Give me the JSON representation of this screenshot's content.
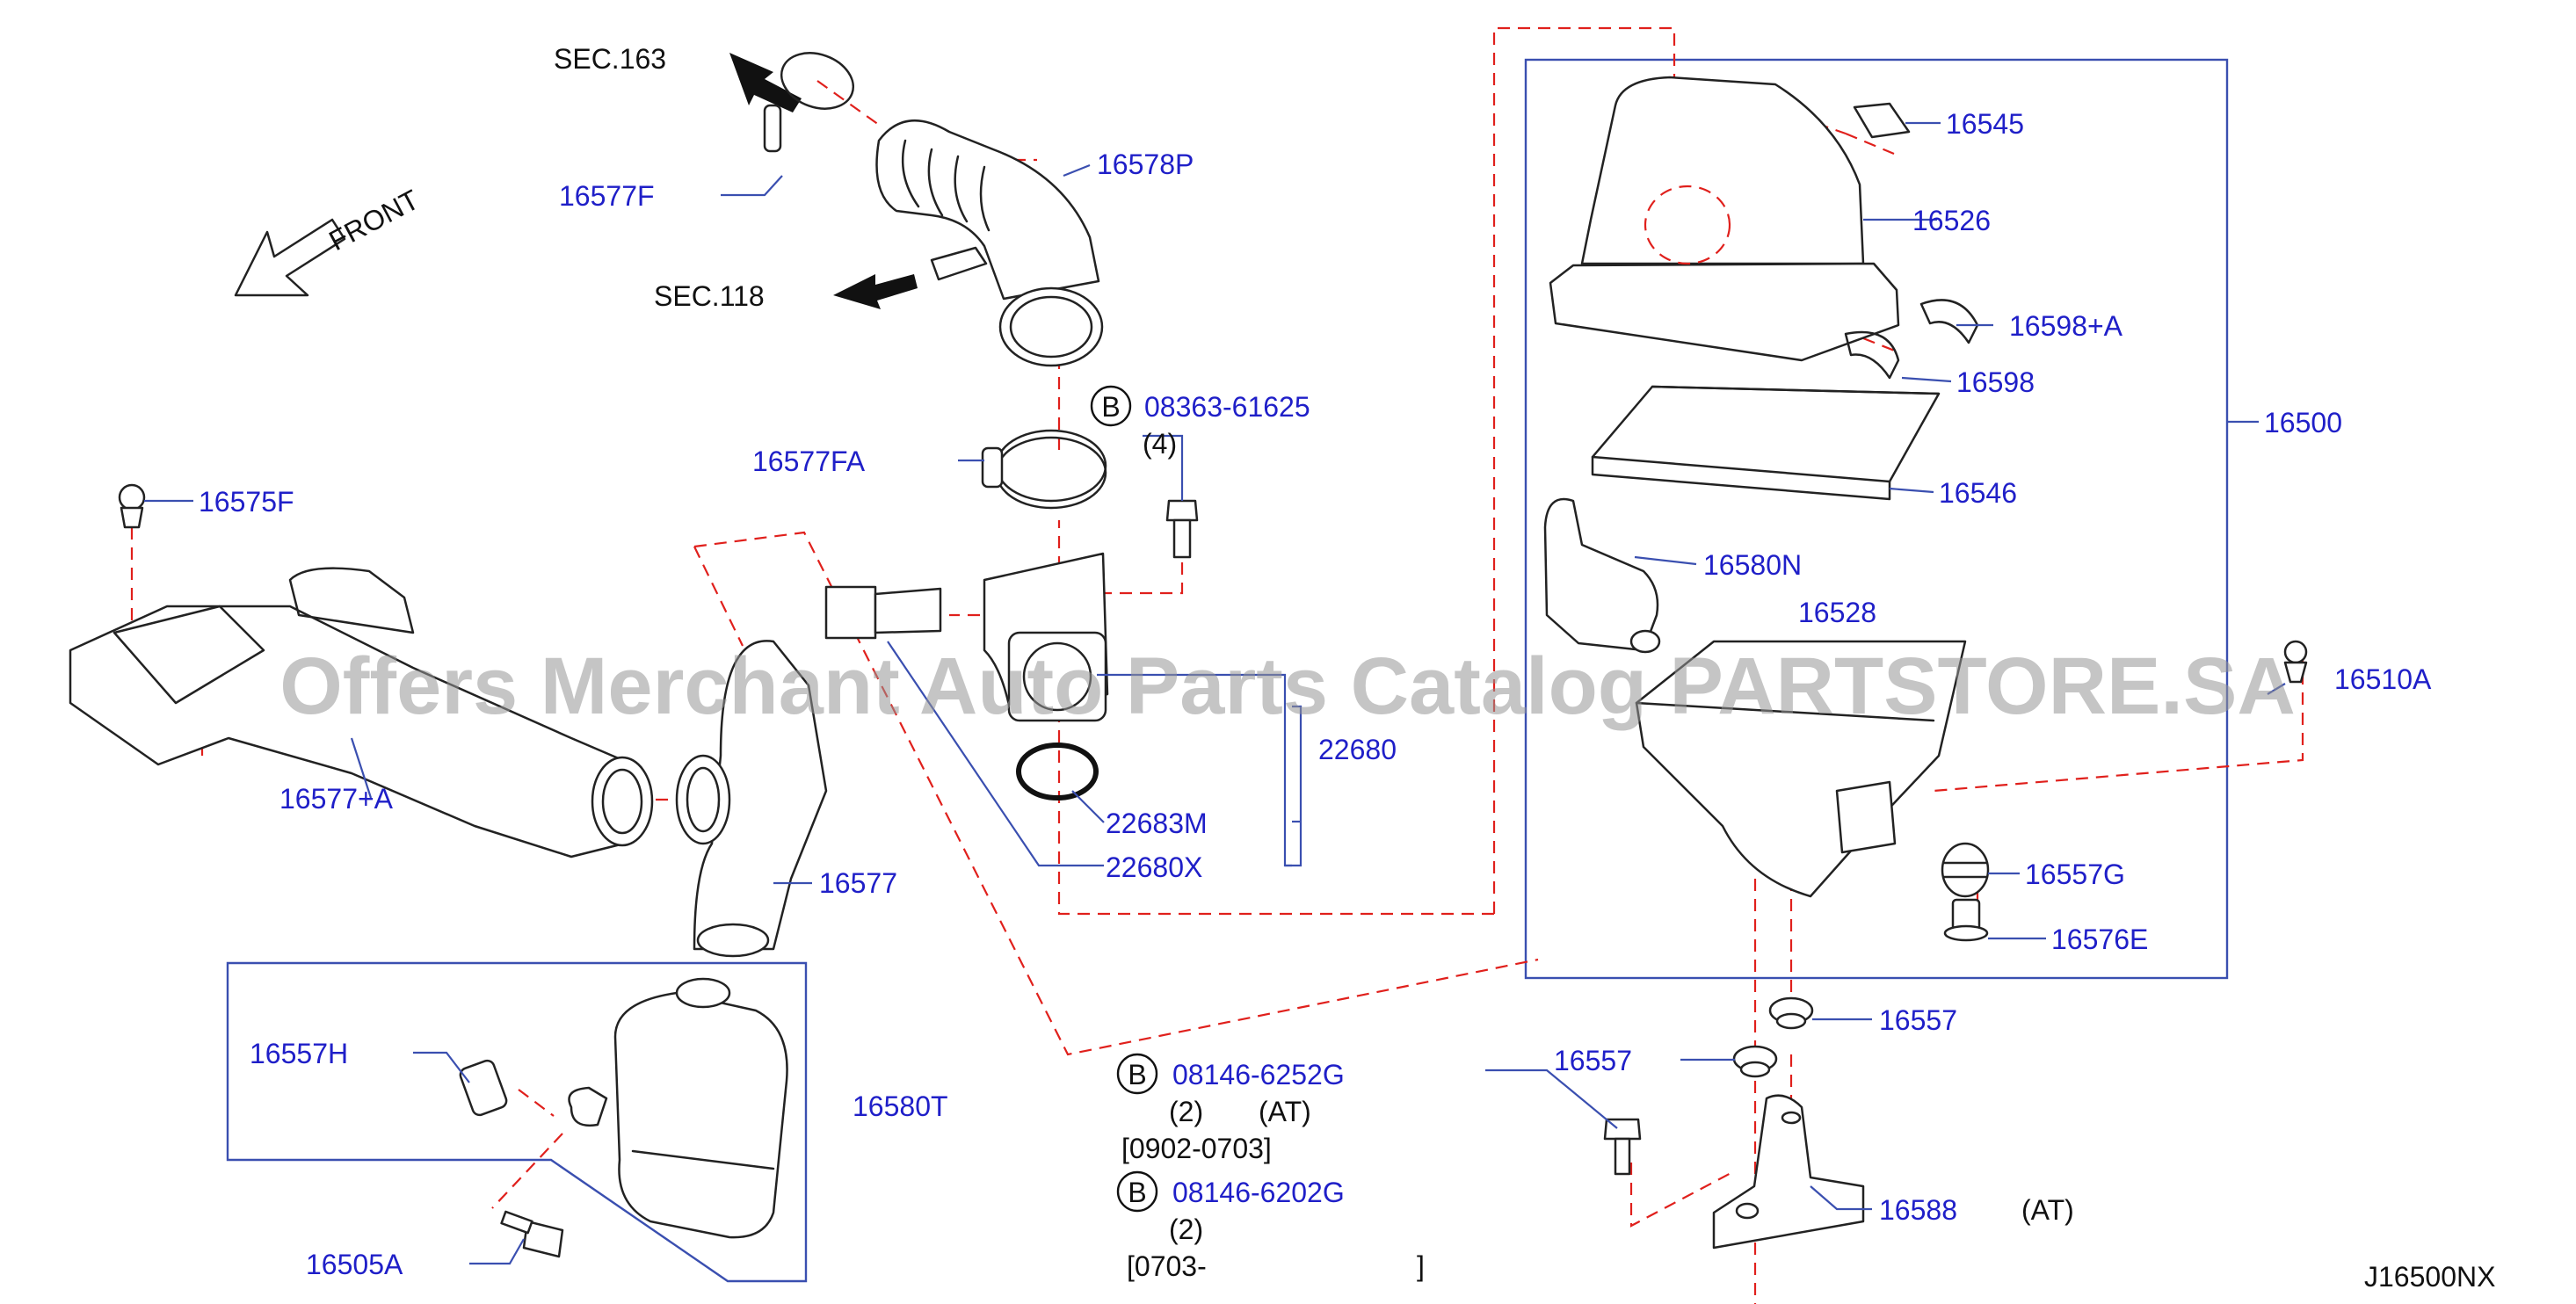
{
  "colors": {
    "part_number": "#1f1fc8",
    "leader": "#3a4fb0",
    "dash": "#e0201c",
    "ink": "#222222",
    "watermark": "#969696"
  },
  "references": {
    "sec163": "SEC.163",
    "sec118": "SEC.118",
    "front": "FRONT"
  },
  "parts": {
    "p16577F": "16577F",
    "p16578P": "16578P",
    "p16577FA": "16577FA",
    "p16575F": "16575F",
    "p16577A": "16577+A",
    "p16577": "16577",
    "p16557H": "16557H",
    "p16580T": "16580T",
    "p16505A": "16505A",
    "p22680": "22680",
    "p22683M": "22683M",
    "p22680X": "22680X",
    "p16545": "16545",
    "p16526": "16526",
    "p16598A": "16598+A",
    "p16598": "16598",
    "p16500": "16500",
    "p16546": "16546",
    "p16580N": "16580N",
    "p16528": "16528",
    "p16510A": "16510A",
    "p16557G": "16557G",
    "p16576E": "16576E",
    "p16557a": "16557",
    "p16557b": "16557",
    "p16588": "16588"
  },
  "bolts": {
    "b1": {
      "marker": "B",
      "number": "08363-61625",
      "qty": "(4)"
    },
    "b2": {
      "marker": "B",
      "number": "08146-6252G",
      "qty": "(2)",
      "variant": "(AT)",
      "range": "[0902-0703]"
    },
    "b3": {
      "marker": "B",
      "number": "08146-6202G",
      "qty": "(2)",
      "range_start": "[0703-",
      "range_end": "]"
    }
  },
  "notes": {
    "p16588_variant": "(AT)"
  },
  "diagram_code": "J16500NX",
  "watermark": "Offers Merchant Auto Parts Catalog PARTSTORE.SA"
}
